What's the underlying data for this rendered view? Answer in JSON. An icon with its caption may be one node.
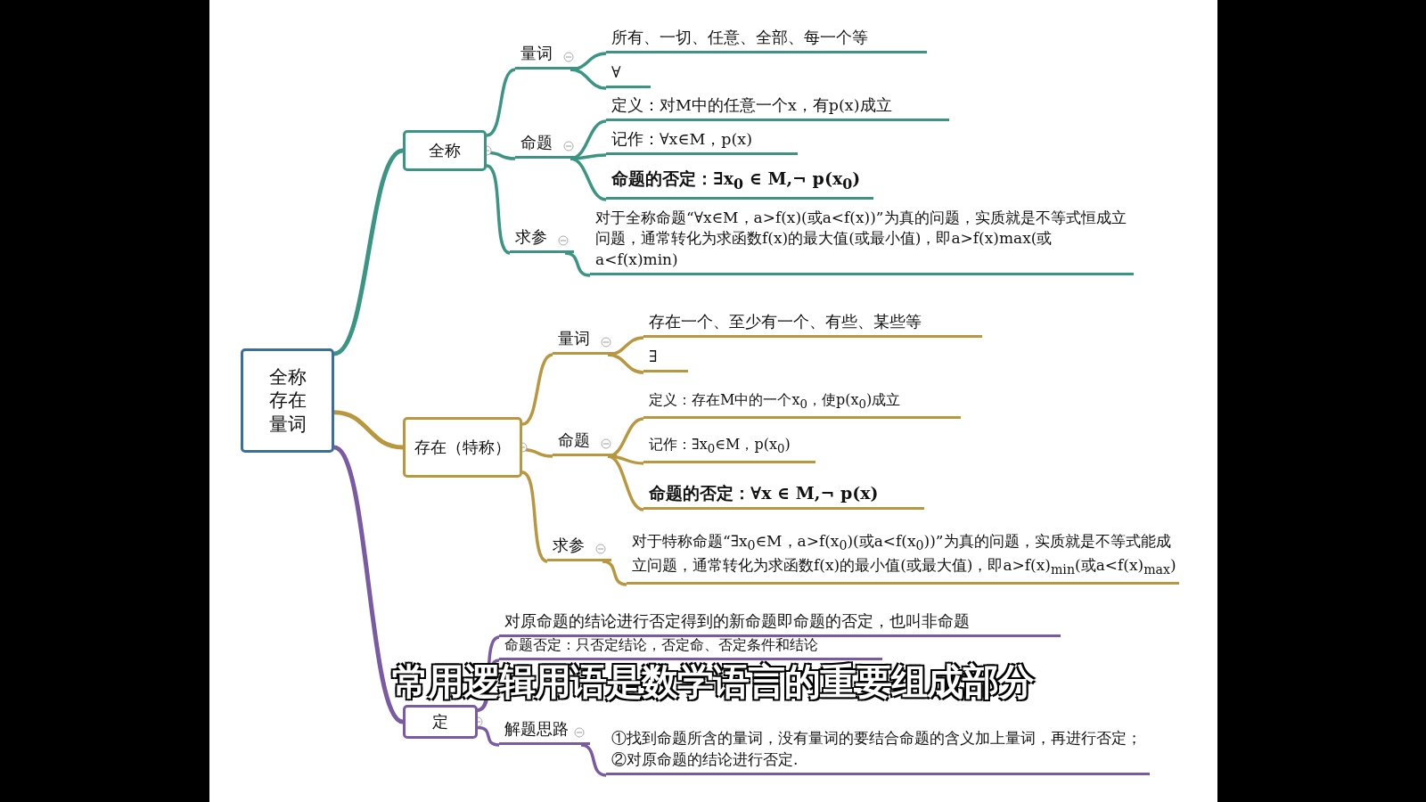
{
  "diagram": {
    "caption": "常用逻辑用语是数学语言的重要组成部分",
    "nodes": [
      {
        "text": [
          "全称存在量词"
        ]
      },
      {
        "text": [
          "全称"
        ]
      },
      {
        "text": [
          "量词"
        ]
      },
      {
        "text": [
          "所有、一切、任意、全部、每一个等"
        ]
      },
      {
        "text": [
          "∀"
        ]
      },
      {
        "text": [
          "命题"
        ]
      },
      {
        "text": [
          "定义：对M中的任意一个x，有p(x)成立"
        ]
      },
      {
        "text": [
          "记作：∀x∈M，p(x)"
        ]
      },
      {
        "text": [
          "命题的否定：∃x$_{0}$ ∈ M,¬ p(x$_{0}$)"
        ]
      },
      {
        "text": [
          "求参"
        ]
      },
      {
        "text": [
          "对于全称命题“∀x∈M，a>f(x)(或a<f(x))”为真的问题，实质就是不等式恒成立问题，通常转化为求函数f(x)的最大值(或最小值)，即a>f(x)max(或a<f(x)min)"
        ]
      },
      {
        "text": [
          "存在（特称）"
        ]
      },
      {
        "text": [
          "量词"
        ]
      },
      {
        "text": [
          "存在一个、至少有一个、有些、某些等"
        ]
      },
      {
        "text": [
          "∃"
        ]
      },
      {
        "text": [
          "命题"
        ]
      },
      {
        "text": [
          "定义：存在M中的一个x$_{0}$，使p(x$_{0}$)成立"
        ]
      },
      {
        "text": [
          "记作：∃x$_{0}$∈M，p(x$_{0}$)"
        ]
      },
      {
        "text": [
          "命题的否定：∀x ∈ M,¬ p(x)"
        ]
      },
      {
        "text": [
          "求参"
        ]
      },
      {
        "text": [
          "对于特称命题“∃x$_{0}$∈M，a>f(x$_{0}$)(或a<f(x$_{0}$))”为真的问题，实质就是不等式能成立问题，通常转化为求函数f(x)的最小值(或最大值)，即a>f(x)$_{min}$(或a<f(x)$_{max}$)"
        ]
      },
      {
        "text": [
          "定"
        ]
      },
      {
        "text": [
          "对原命题的结论进行否定得到的新命题即命题的否定，也叫非命题"
        ]
      },
      {
        "text": [
          "命题否定：只否定结论，否定命、否定条件和结论"
        ]
      },
      {
        "text": [
          "解题思路"
        ]
      },
      {
        "text": [
          "①找到命题所含的量词，没有量词的要结合命题的含义加上量词，再进行否定；",
          "②对原命题的结论进行否定."
        ]
      }
    ],
    "edges": [
      {
        "from": 0,
        "to": 1,
        "arrow": "none",
        "color": "#3a9583"
      },
      {
        "from": 0,
        "to": 11,
        "arrow": "none",
        "color": "#b8973f"
      },
      {
        "from": 0,
        "to": 21,
        "arrow": "none",
        "color": "#7a5aa3"
      },
      {
        "from": 1,
        "to": 2,
        "arrow": "none",
        "color": "#3a9583"
      },
      {
        "from": 1,
        "to": 5,
        "arrow": "none",
        "color": "#3a9583"
      },
      {
        "from": 1,
        "to": 9,
        "arrow": "none",
        "color": "#3a9583"
      },
      {
        "from": 2,
        "to": 3,
        "arrow": "none",
        "color": "#3a9583"
      },
      {
        "from": 2,
        "to": 4,
        "arrow": "none",
        "color": "#3a9583"
      },
      {
        "from": 5,
        "to": 6,
        "arrow": "none",
        "color": "#3a9583"
      },
      {
        "from": 5,
        "to": 7,
        "arrow": "none",
        "color": "#3a9583"
      },
      {
        "from": 5,
        "to": 8,
        "arrow": "none",
        "color": "#3a9583"
      },
      {
        "from": 9,
        "to": 10,
        "arrow": "none",
        "color": "#3a9583"
      },
      {
        "from": 11,
        "to": 12,
        "arrow": "none",
        "color": "#b8973f"
      },
      {
        "from": 11,
        "to": 15,
        "arrow": "none",
        "color": "#b8973f"
      },
      {
        "from": 11,
        "to": 19,
        "arrow": "none",
        "color": "#b8973f"
      },
      {
        "from": 12,
        "to": 13,
        "arrow": "none",
        "color": "#b8973f"
      },
      {
        "from": 12,
        "to": 14,
        "arrow": "none",
        "color": "#b8973f"
      },
      {
        "from": 15,
        "to": 16,
        "arrow": "none",
        "color": "#b8973f"
      },
      {
        "from": 15,
        "to": 17,
        "arrow": "none",
        "color": "#b8973f"
      },
      {
        "from": 15,
        "to": 18,
        "arrow": "none",
        "color": "#b8973f"
      },
      {
        "from": 19,
        "to": 20,
        "arrow": "none",
        "color": "#b8973f"
      },
      {
        "from": 21,
        "to": 22,
        "arrow": "none",
        "color": "#7a5aa3"
      },
      {
        "from": 21,
        "to": 23,
        "arrow": "none",
        "color": "#7a5aa3"
      },
      {
        "from": 21,
        "to": 24,
        "arrow": "none",
        "color": "#7a5aa3"
      },
      {
        "from": 24,
        "to": 25,
        "arrow": "none",
        "color": "#7a5aa3"
      }
    ]
  }
}
